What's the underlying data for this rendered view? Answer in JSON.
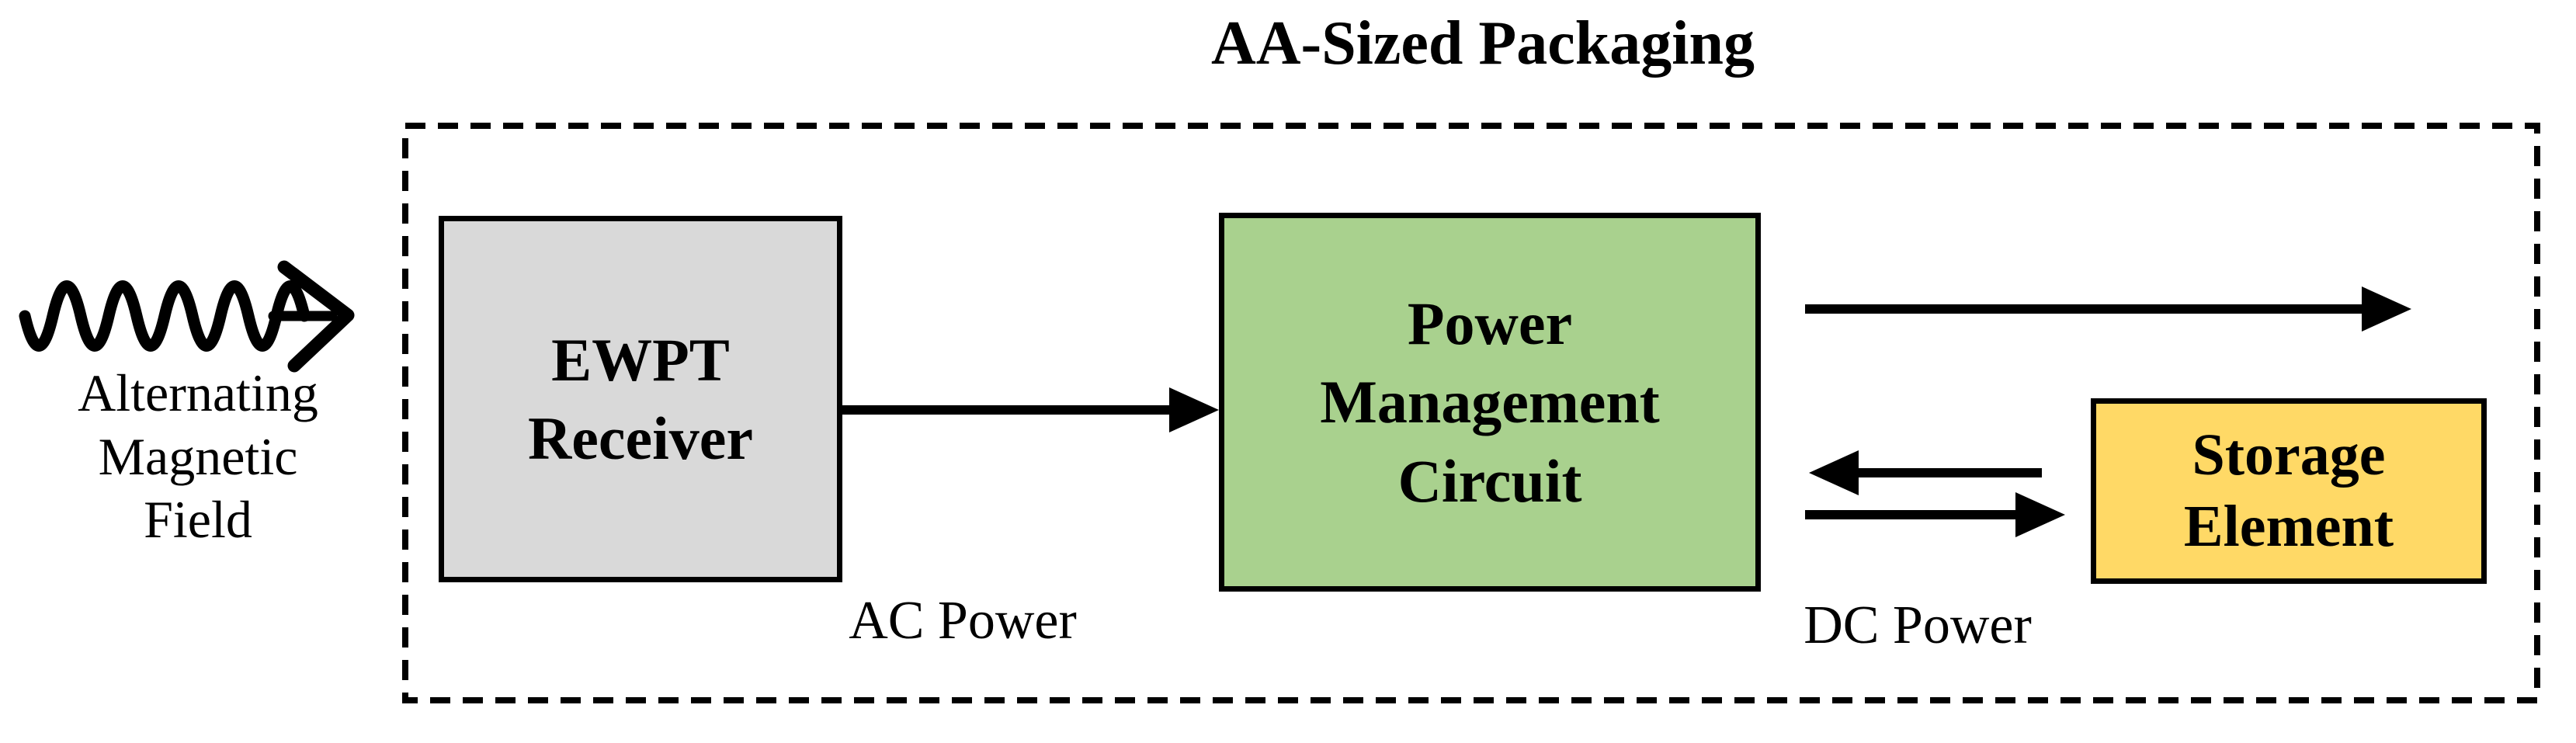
{
  "diagram": {
    "title": "AA-Sized Packaging",
    "source": {
      "label": "Alternating\nMagnetic\nField",
      "icon": "zigzag-wave-arrow-icon"
    },
    "packaging": {
      "boundary_style": "dashed",
      "blocks": {
        "ewpt": {
          "label": "EWPT\nReceiver",
          "fill": "#d9d9d9"
        },
        "pmc": {
          "label": "Power\nManagement\nCircuit",
          "fill": "#a9d18e"
        },
        "storage": {
          "label": "Storage\nElement",
          "fill": "#ffd966"
        }
      }
    },
    "labels": {
      "ac": "AC Power",
      "dc": "DC Power"
    },
    "arrows": [
      {
        "from": "alternating-magnetic-field",
        "to": "aa-sized-packaging",
        "style": "zigzag-wave"
      },
      {
        "from": "ewpt-receiver",
        "to": "power-management-circuit",
        "label_nearby": "AC Power"
      },
      {
        "from": "power-management-circuit",
        "to": "right-output",
        "style": "straight"
      },
      {
        "from": "storage-element",
        "to": "power-management-circuit",
        "label_nearby": "DC Power"
      },
      {
        "from": "power-management-circuit",
        "to": "storage-element",
        "label_nearby": "DC Power"
      }
    ]
  },
  "colors": {
    "background": "#ffffff",
    "line": "#000000",
    "ewpt_fill": "#d9d9d9",
    "pmc_fill": "#a9d18e",
    "storage_fill": "#ffd966"
  }
}
